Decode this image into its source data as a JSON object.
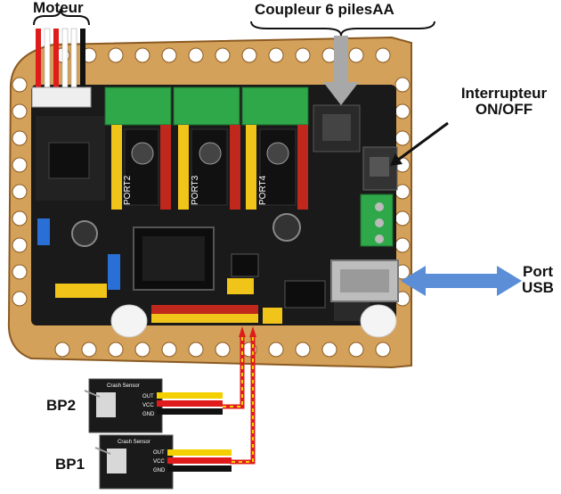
{
  "labels": {
    "motor": "Moteur",
    "battery": "Coupleur 6 pilesAA",
    "switch_line1": "Interrupteur",
    "switch_line2": "ON/OFF",
    "usb_line1": "Port",
    "usb_line2": "USB",
    "bp2": "BP2",
    "bp1": "BP1"
  },
  "board": {
    "port_labels": [
      "PORT2",
      "PORT3",
      "PORT4"
    ],
    "sensor_title": "Crash Sensor",
    "pin_labels": [
      "OUT",
      "VCC",
      "GND"
    ]
  },
  "colors": {
    "plate": "#d4a15a",
    "plate_edge": "#8a5a22",
    "pcb": "#1a1a1a",
    "terminal_green": "#2fa84a",
    "header_red": "#c0281e",
    "header_yellow": "#f0c419",
    "header_blue": "#2a6fd6",
    "arrow_blue": "#5b8ed6",
    "arrow_grey": "#a8a8a8",
    "wire_red": "#e01b1b",
    "wire_yellow": "#f5d000",
    "wire_black": "#111111"
  }
}
